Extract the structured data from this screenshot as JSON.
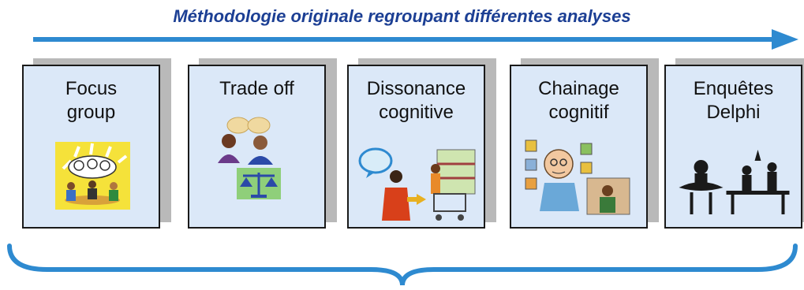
{
  "header": {
    "title": "Méthodologie originale regroupant différentes analyses"
  },
  "colors": {
    "title_text": "#1c3f94",
    "arrow": "#2e8ad0",
    "card_fill": "#dbe8f8",
    "card_border": "#1a1a1a",
    "card_shadow": "#b9b9b9"
  },
  "cards": [
    {
      "label_line1": "Focus",
      "label_line2": "group",
      "illustration": "focus-group-meeting-illustration"
    },
    {
      "label_line1": "Trade off",
      "label_line2": "",
      "illustration": "trade-off-scale-illustration"
    },
    {
      "label_line1": "Dissonance",
      "label_line2": "cognitive",
      "illustration": "shopper-cart-illustration"
    },
    {
      "label_line1": "Chainage",
      "label_line2": "cognitif",
      "illustration": "thinking-man-illustration"
    },
    {
      "label_line1": "Enquêtes",
      "label_line2": "Delphi",
      "illustration": "delphi-oracle-illustration"
    }
  ]
}
